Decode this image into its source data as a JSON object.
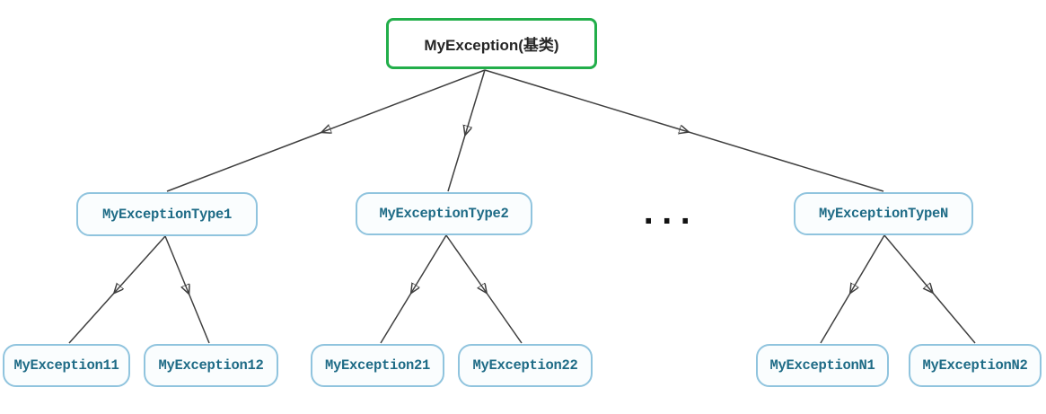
{
  "diagram": {
    "title_node": "MyException(基类)",
    "ellipsis": "...",
    "groups": [
      {
        "parent": "MyExceptionType1",
        "children": [
          "MyException11",
          "MyException12"
        ]
      },
      {
        "parent": "MyExceptionType2",
        "children": [
          "MyException21",
          "MyException22"
        ]
      },
      {
        "parent": "MyExceptionTypeN",
        "children": [
          "MyExceptionN1",
          "MyExceptionN2"
        ]
      }
    ],
    "colors": {
      "root_border": "#22ae4a",
      "node_border": "#90c4de",
      "node_fill": "#fafdfe",
      "node_text": "#1e6b86",
      "root_text": "#262626",
      "edge": "#3f3f3f"
    }
  }
}
